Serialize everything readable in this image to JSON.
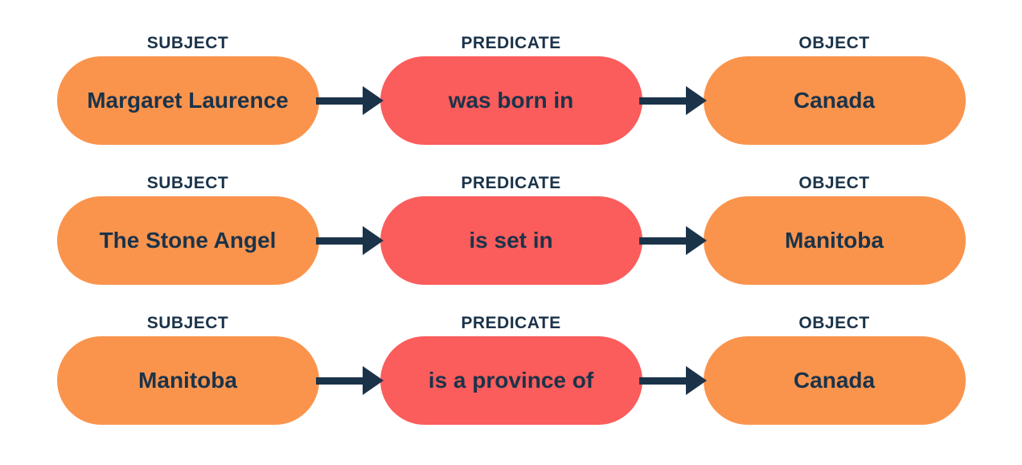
{
  "colors": {
    "subject_fill": "#FA944D",
    "predicate_fill": "#FB5C5C",
    "object_fill": "#FA944D",
    "text": "#1B3349",
    "arrow": "#1B3349",
    "background": "#FFFFFF"
  },
  "column_headers": {
    "subject": "SUBJECT",
    "predicate": "PREDICATE",
    "object": "OBJECT"
  },
  "triples": [
    {
      "subject": "Margaret Laurence",
      "predicate": "was born in",
      "object": "Canada"
    },
    {
      "subject": "The Stone Angel",
      "predicate": "is set in",
      "object": "Manitoba"
    },
    {
      "subject": "Manitoba",
      "predicate": "is a province of",
      "object": "Canada"
    }
  ]
}
